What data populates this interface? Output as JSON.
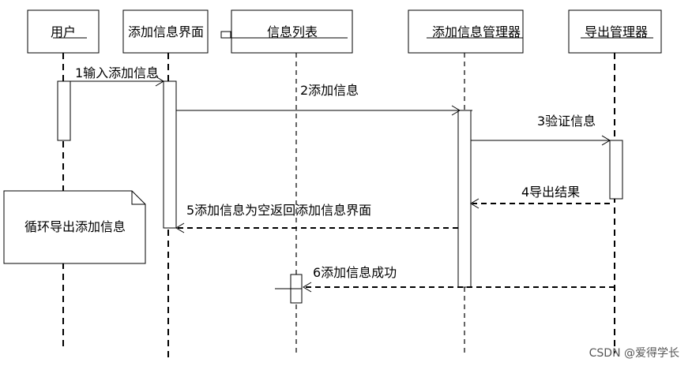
{
  "participants": [
    {
      "id": "user",
      "label": "用户"
    },
    {
      "id": "add_ui",
      "label": "添加信息界面"
    },
    {
      "id": "info_list",
      "label": "信息列表"
    },
    {
      "id": "add_mgr",
      "label": "添加信息管理器"
    },
    {
      "id": "export_mgr",
      "label": "导出管理器"
    }
  ],
  "messages": [
    {
      "id": "m1",
      "label": "1输入添加信息",
      "style": "solid"
    },
    {
      "id": "m2",
      "label": "2添加信息",
      "style": "solid"
    },
    {
      "id": "m3",
      "label": "3验证信息",
      "style": "solid"
    },
    {
      "id": "m4",
      "label": "4导出结果",
      "style": "dashed"
    },
    {
      "id": "m5",
      "label": "5添加信息为空返回添加信息界面",
      "style": "dashed"
    },
    {
      "id": "m6",
      "label": "6添加信息成功",
      "style": "dashed"
    }
  ],
  "note": {
    "text": "循环导出添加信息"
  },
  "watermark": "CSDN @爱得学长"
}
